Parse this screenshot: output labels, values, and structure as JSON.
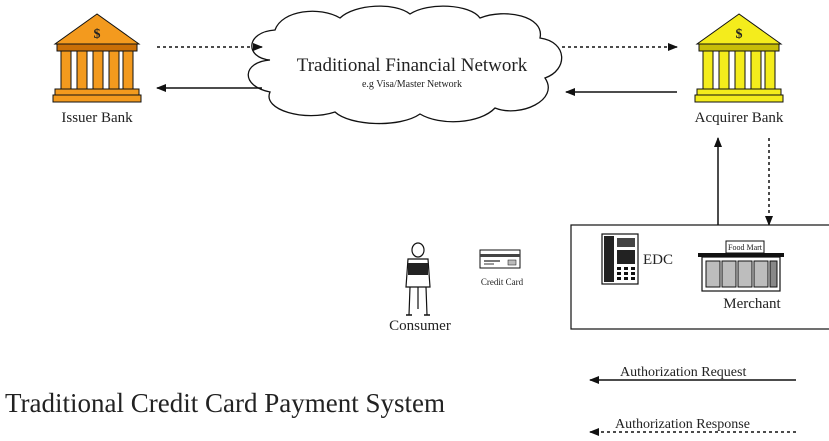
{
  "network": {
    "title": "Traditional Financial Network",
    "subtitle": "e.g Visa/Master Network"
  },
  "issuer": {
    "label": "Issuer Bank",
    "symbol": "$",
    "color": "#f39a1e",
    "shade": "#c96f07"
  },
  "acquirer": {
    "label": "Acquirer Bank",
    "symbol": "$",
    "color": "#f4ec1c",
    "shade": "#c7bd08"
  },
  "consumer": {
    "label": "Consumer"
  },
  "card": {
    "label": "Credit Card"
  },
  "merchant_box": {
    "edc_label": "EDC",
    "merchant_label": "Merchant",
    "sign": "Food Mart"
  },
  "legend": {
    "request_label": "Authorization Request",
    "response_label": "Authorization Response"
  },
  "diagram_title": "Traditional Credit Card Payment System",
  "colors": {
    "line": "#111111",
    "text": "#222222"
  }
}
